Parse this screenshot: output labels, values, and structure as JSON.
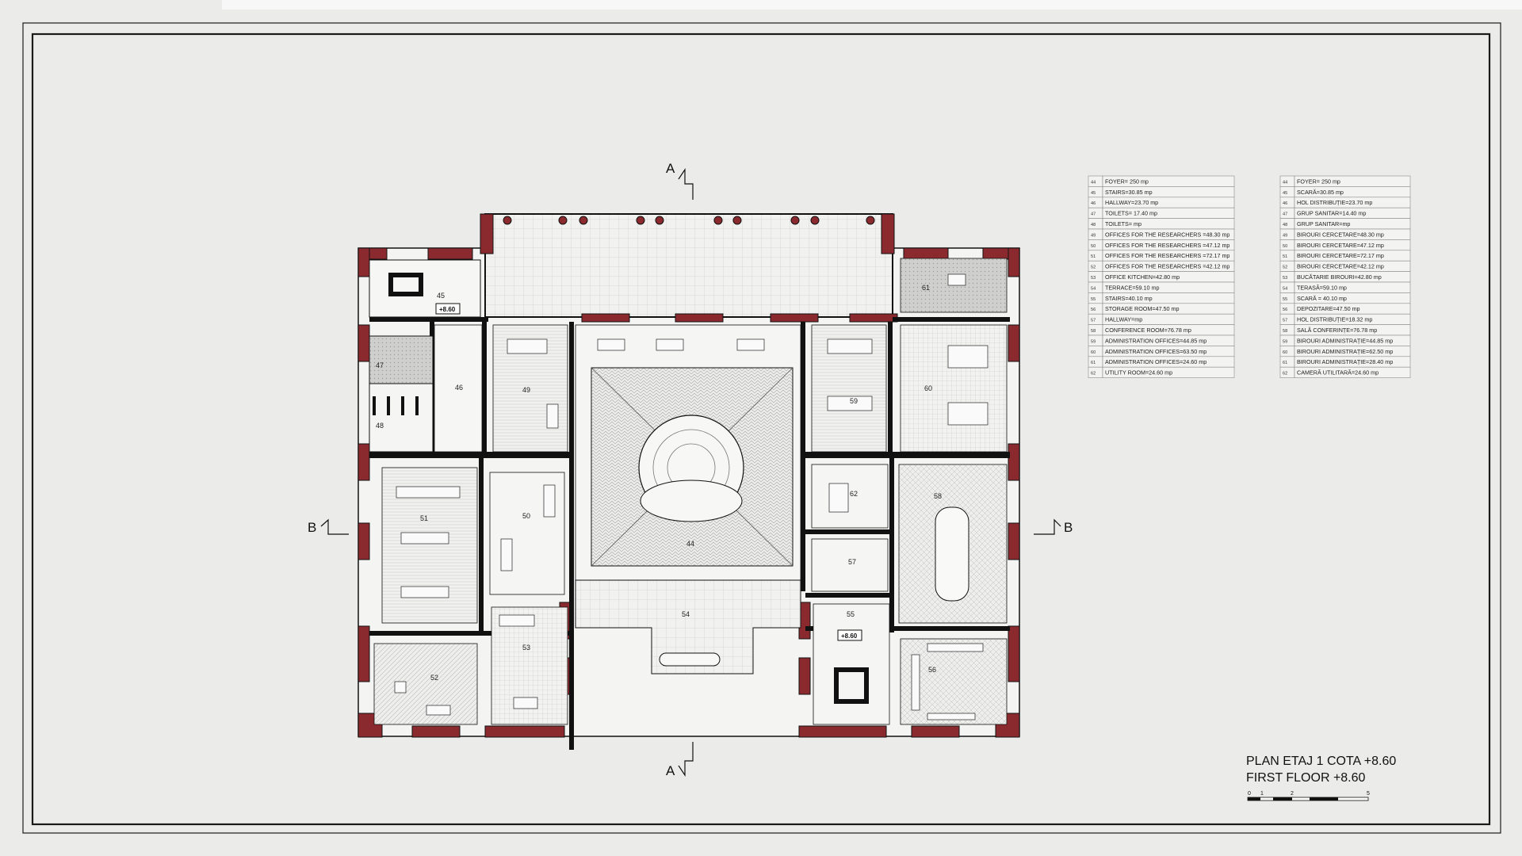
{
  "drawing": {
    "title_line1": "PLAN ETAJ 1 COTA +8.60",
    "title_line2": "FIRST FLOOR +8.60",
    "scale_ticks": [
      "0",
      "1",
      "2",
      "5"
    ],
    "level_marks": [
      "+8.60",
      "+8.60"
    ],
    "section_labels": {
      "a_top": "A",
      "a_bottom": "A",
      "b_left": "B",
      "b_right": "B"
    },
    "colors": {
      "wall_accent": "#8b2a2e",
      "wall": "#111111",
      "paper": "#ebebea"
    }
  },
  "rooms": [
    {
      "num": "44"
    },
    {
      "num": "45"
    },
    {
      "num": "46"
    },
    {
      "num": "47"
    },
    {
      "num": "48"
    },
    {
      "num": "49"
    },
    {
      "num": "50"
    },
    {
      "num": "51"
    },
    {
      "num": "52"
    },
    {
      "num": "53"
    },
    {
      "num": "54"
    },
    {
      "num": "55"
    },
    {
      "num": "56"
    },
    {
      "num": "57"
    },
    {
      "num": "58"
    },
    {
      "num": "59"
    },
    {
      "num": "60"
    },
    {
      "num": "61"
    },
    {
      "num": "62"
    }
  ],
  "legend_en": [
    {
      "num": "44",
      "text": "FOYER= 250 mp"
    },
    {
      "num": "45",
      "text": "STAIRS=30.85 mp"
    },
    {
      "num": "46",
      "text": "HALLWAY=23.70 mp"
    },
    {
      "num": "47",
      "text": "TOILETS= 17.40 mp"
    },
    {
      "num": "48",
      "text": "TOILETS= mp"
    },
    {
      "num": "49",
      "text": "OFFICES FOR THE RESEARCHERS =48.30 mp"
    },
    {
      "num": "50",
      "text": "OFFICES FOR THE RESEARCHERS =47.12 mp"
    },
    {
      "num": "51",
      "text": "OFFICES FOR THE RESEARCHERS =72.17 mp"
    },
    {
      "num": "52",
      "text": "OFFICES FOR THE RESEARCHERS =42.12 mp"
    },
    {
      "num": "53",
      "text": "OFFICE KITCHEN=42.80 mp"
    },
    {
      "num": "54",
      "text": "TERRACE=59.10 mp"
    },
    {
      "num": "55",
      "text": "STAIRS=40.10 mp"
    },
    {
      "num": "56",
      "text": "STORAGE ROOM=47.50 mp"
    },
    {
      "num": "57",
      "text": "HALLWAY=mp"
    },
    {
      "num": "58",
      "text": "CONFERENCE ROOM=76.78 mp"
    },
    {
      "num": "59",
      "text": "ADMINISTRATION OFFICES=44.85 mp"
    },
    {
      "num": "60",
      "text": "ADMINISTRATION OFFICES=63.50 mp"
    },
    {
      "num": "61",
      "text": "ADMINISTRATION OFFICES=24.60 mp"
    },
    {
      "num": "62",
      "text": "UTILITY ROOM=24.60 mp"
    }
  ],
  "legend_ro": [
    {
      "num": "44",
      "text": "FOYER= 250 mp"
    },
    {
      "num": "45",
      "text": "SCARĂ=30.85 mp"
    },
    {
      "num": "46",
      "text": "HOL DISTRIBUȚIE=23.70 mp"
    },
    {
      "num": "47",
      "text": "GRUP SANITAR=14.40 mp"
    },
    {
      "num": "48",
      "text": "GRUP SANITAR=mp"
    },
    {
      "num": "49",
      "text": "BIROURI CERCETARE=48.30 mp"
    },
    {
      "num": "50",
      "text": "BIROURI CERCETARE=47.12 mp"
    },
    {
      "num": "51",
      "text": "BIROURI CERCETARE=72.17 mp"
    },
    {
      "num": "52",
      "text": "BIROURI CERCETARE=42.12 mp"
    },
    {
      "num": "53",
      "text": "BUCĂTARIE BIROURI=42.80 mp"
    },
    {
      "num": "54",
      "text": "TERASĂ=59.10 mp"
    },
    {
      "num": "55",
      "text": "SCARĂ = 40.10 mp"
    },
    {
      "num": "56",
      "text": "DEPOZITARE=47.50 mp"
    },
    {
      "num": "57",
      "text": "HOL DISTRIBUȚIE=18.32 mp"
    },
    {
      "num": "58",
      "text": "SALĂ CONFERINȚE=76.78 mp"
    },
    {
      "num": "59",
      "text": "BIROURI ADMINISTRAȚIE=44.85 mp"
    },
    {
      "num": "60",
      "text": "BIROURI ADMINISTRAȚIE=62.50 mp"
    },
    {
      "num": "61",
      "text": "BIROURI ADMINISTRAȚIE=28.40 mp"
    },
    {
      "num": "62",
      "text": "CAMERĂ UTILITARĂ=24.60 mp"
    }
  ]
}
